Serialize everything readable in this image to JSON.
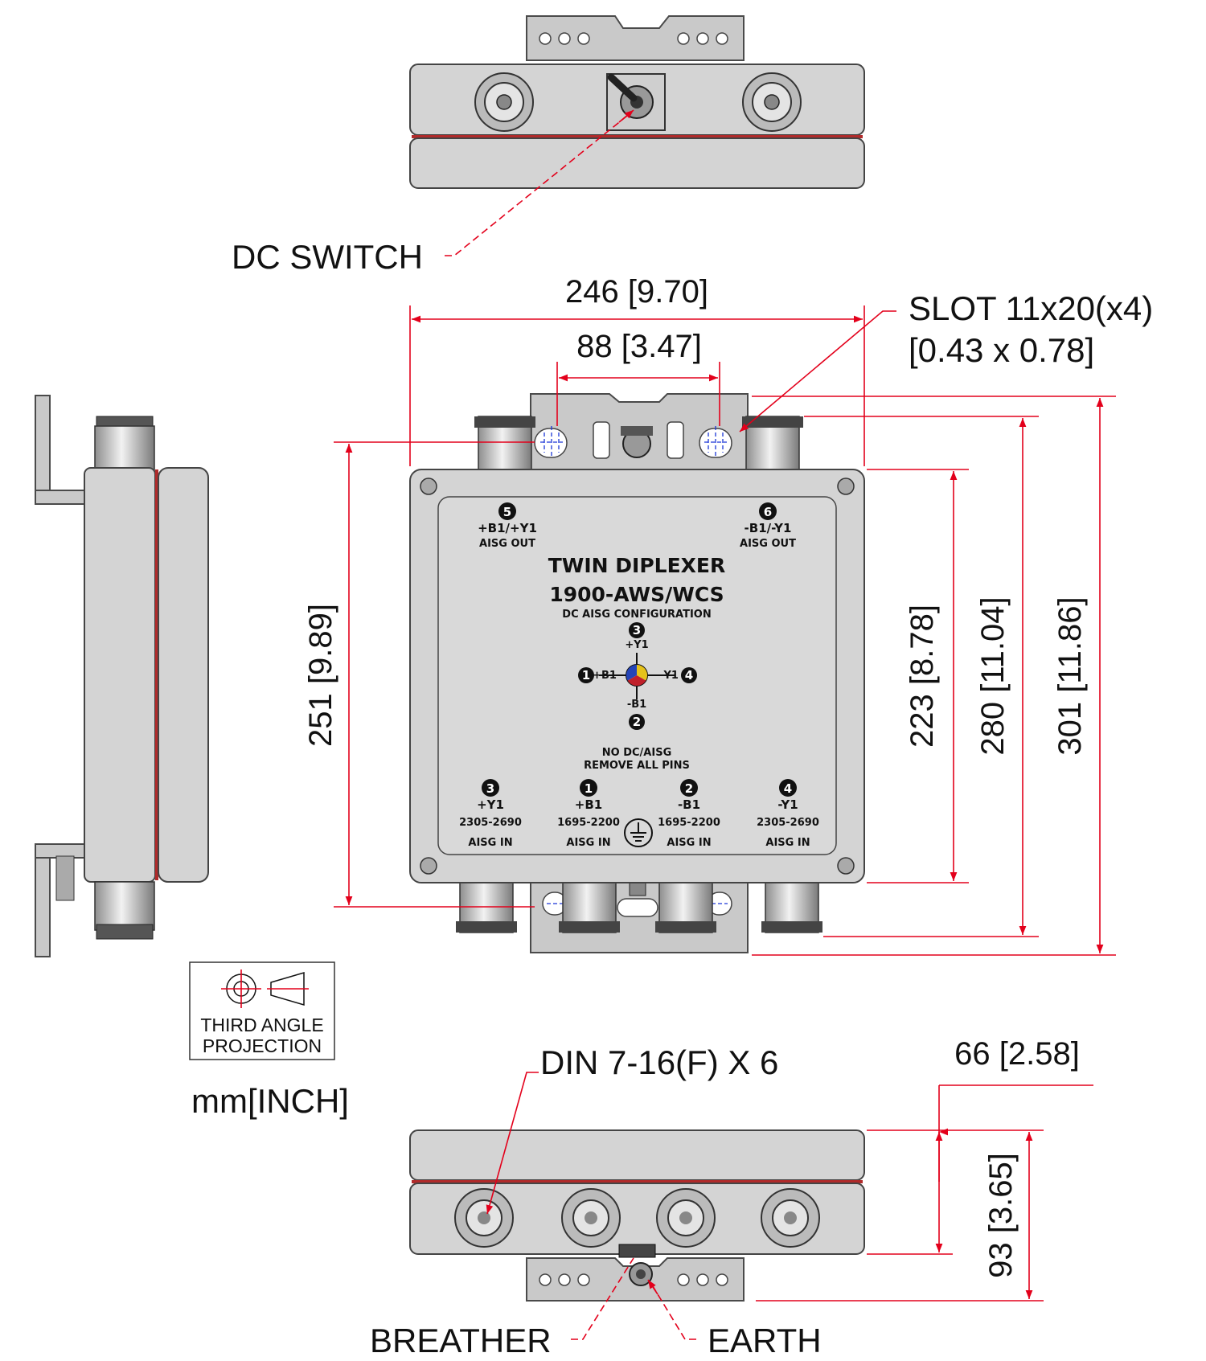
{
  "callouts": {
    "dc_switch": "DC SWITCH",
    "slot_line1": "SLOT 11x20(x4)",
    "slot_line2": "[0.43 x 0.78]",
    "din": "DIN 7-16(F) X 6",
    "breather": "BREATHER",
    "earth": "EARTH"
  },
  "dimensions": {
    "overall_width": "246 [9.70]",
    "slot_spacing": "88 [3.47]",
    "height_251": "251 [9.89]",
    "height_223": "223 [8.78]",
    "height_280": "280 [11.04]",
    "height_301": "301 [11.86]",
    "depth_66": "66 [2.58]",
    "depth_93": "93 [3.65]"
  },
  "projection": {
    "line1": "THIRD ANGLE",
    "line2": "PROJECTION"
  },
  "units": "mm[INCH]",
  "panel": {
    "title1": "TWIN DIPLEXER",
    "title2": "1900-AWS/WCS",
    "config": "DC AISG CONFIGURATION",
    "ports_top": [
      {
        "num": "5",
        "name": "+B1/+Y1",
        "sub": "AISG OUT"
      },
      {
        "num": "6",
        "name": "-B1/-Y1",
        "sub": "AISG OUT"
      }
    ],
    "compass": {
      "top_num": "3",
      "top_label": "+Y1",
      "left_num": "1",
      "left_label": "+B1",
      "right_num": "4",
      "right_label": "-Y1",
      "bottom_num": "2",
      "bottom_label": "-B1"
    },
    "note1": "NO DC/AISG",
    "note2": "REMOVE ALL PINS",
    "ports_bottom": [
      {
        "num": "3",
        "name": "+Y1",
        "range": "2305-2690",
        "sub": "AISG IN"
      },
      {
        "num": "1",
        "name": "+B1",
        "range": "1695-2200",
        "sub": "AISG IN"
      },
      {
        "num": "2",
        "name": "-B1",
        "range": "1695-2200",
        "sub": "AISG IN"
      },
      {
        "num": "4",
        "name": "-Y1",
        "range": "2305-2690",
        "sub": "AISG IN"
      }
    ]
  },
  "colors": {
    "dimension_line": "#e3001b",
    "centerline": "#1a35d6",
    "housing": "#d4d4d4"
  }
}
